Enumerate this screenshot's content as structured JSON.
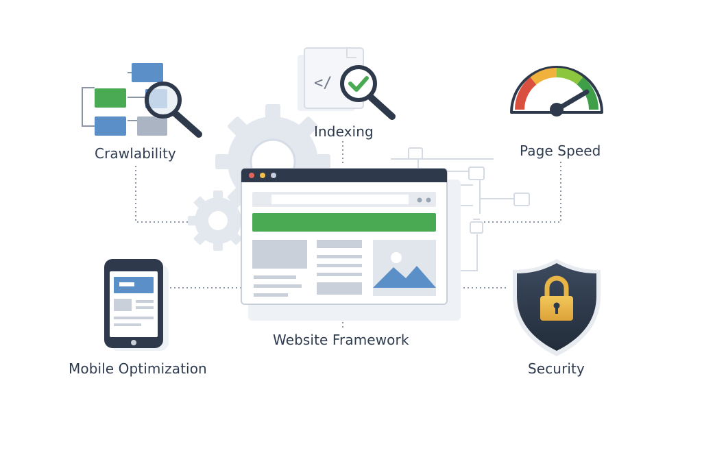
{
  "labels": {
    "crawlability": "Crawlability",
    "indexing": "Indexing",
    "page_speed": "Page Speed",
    "mobile_optimization": "Mobile Optimization",
    "website_framework": "Website Framework",
    "security": "Security"
  },
  "icons": {
    "crawlability": "sitemap-magnifier-icon",
    "indexing": "code-document-check-icon",
    "page_speed": "speedometer-icon",
    "mobile_optimization": "smartphone-icon",
    "website_framework": "browser-window-icon",
    "security": "shield-lock-icon"
  },
  "colors": {
    "navy": "#2e3a4b",
    "blue": "#5b8fc7",
    "green": "#4aaa53",
    "gray": "#aab4c3",
    "gold": "#e8b547",
    "red": "#d9503f"
  }
}
